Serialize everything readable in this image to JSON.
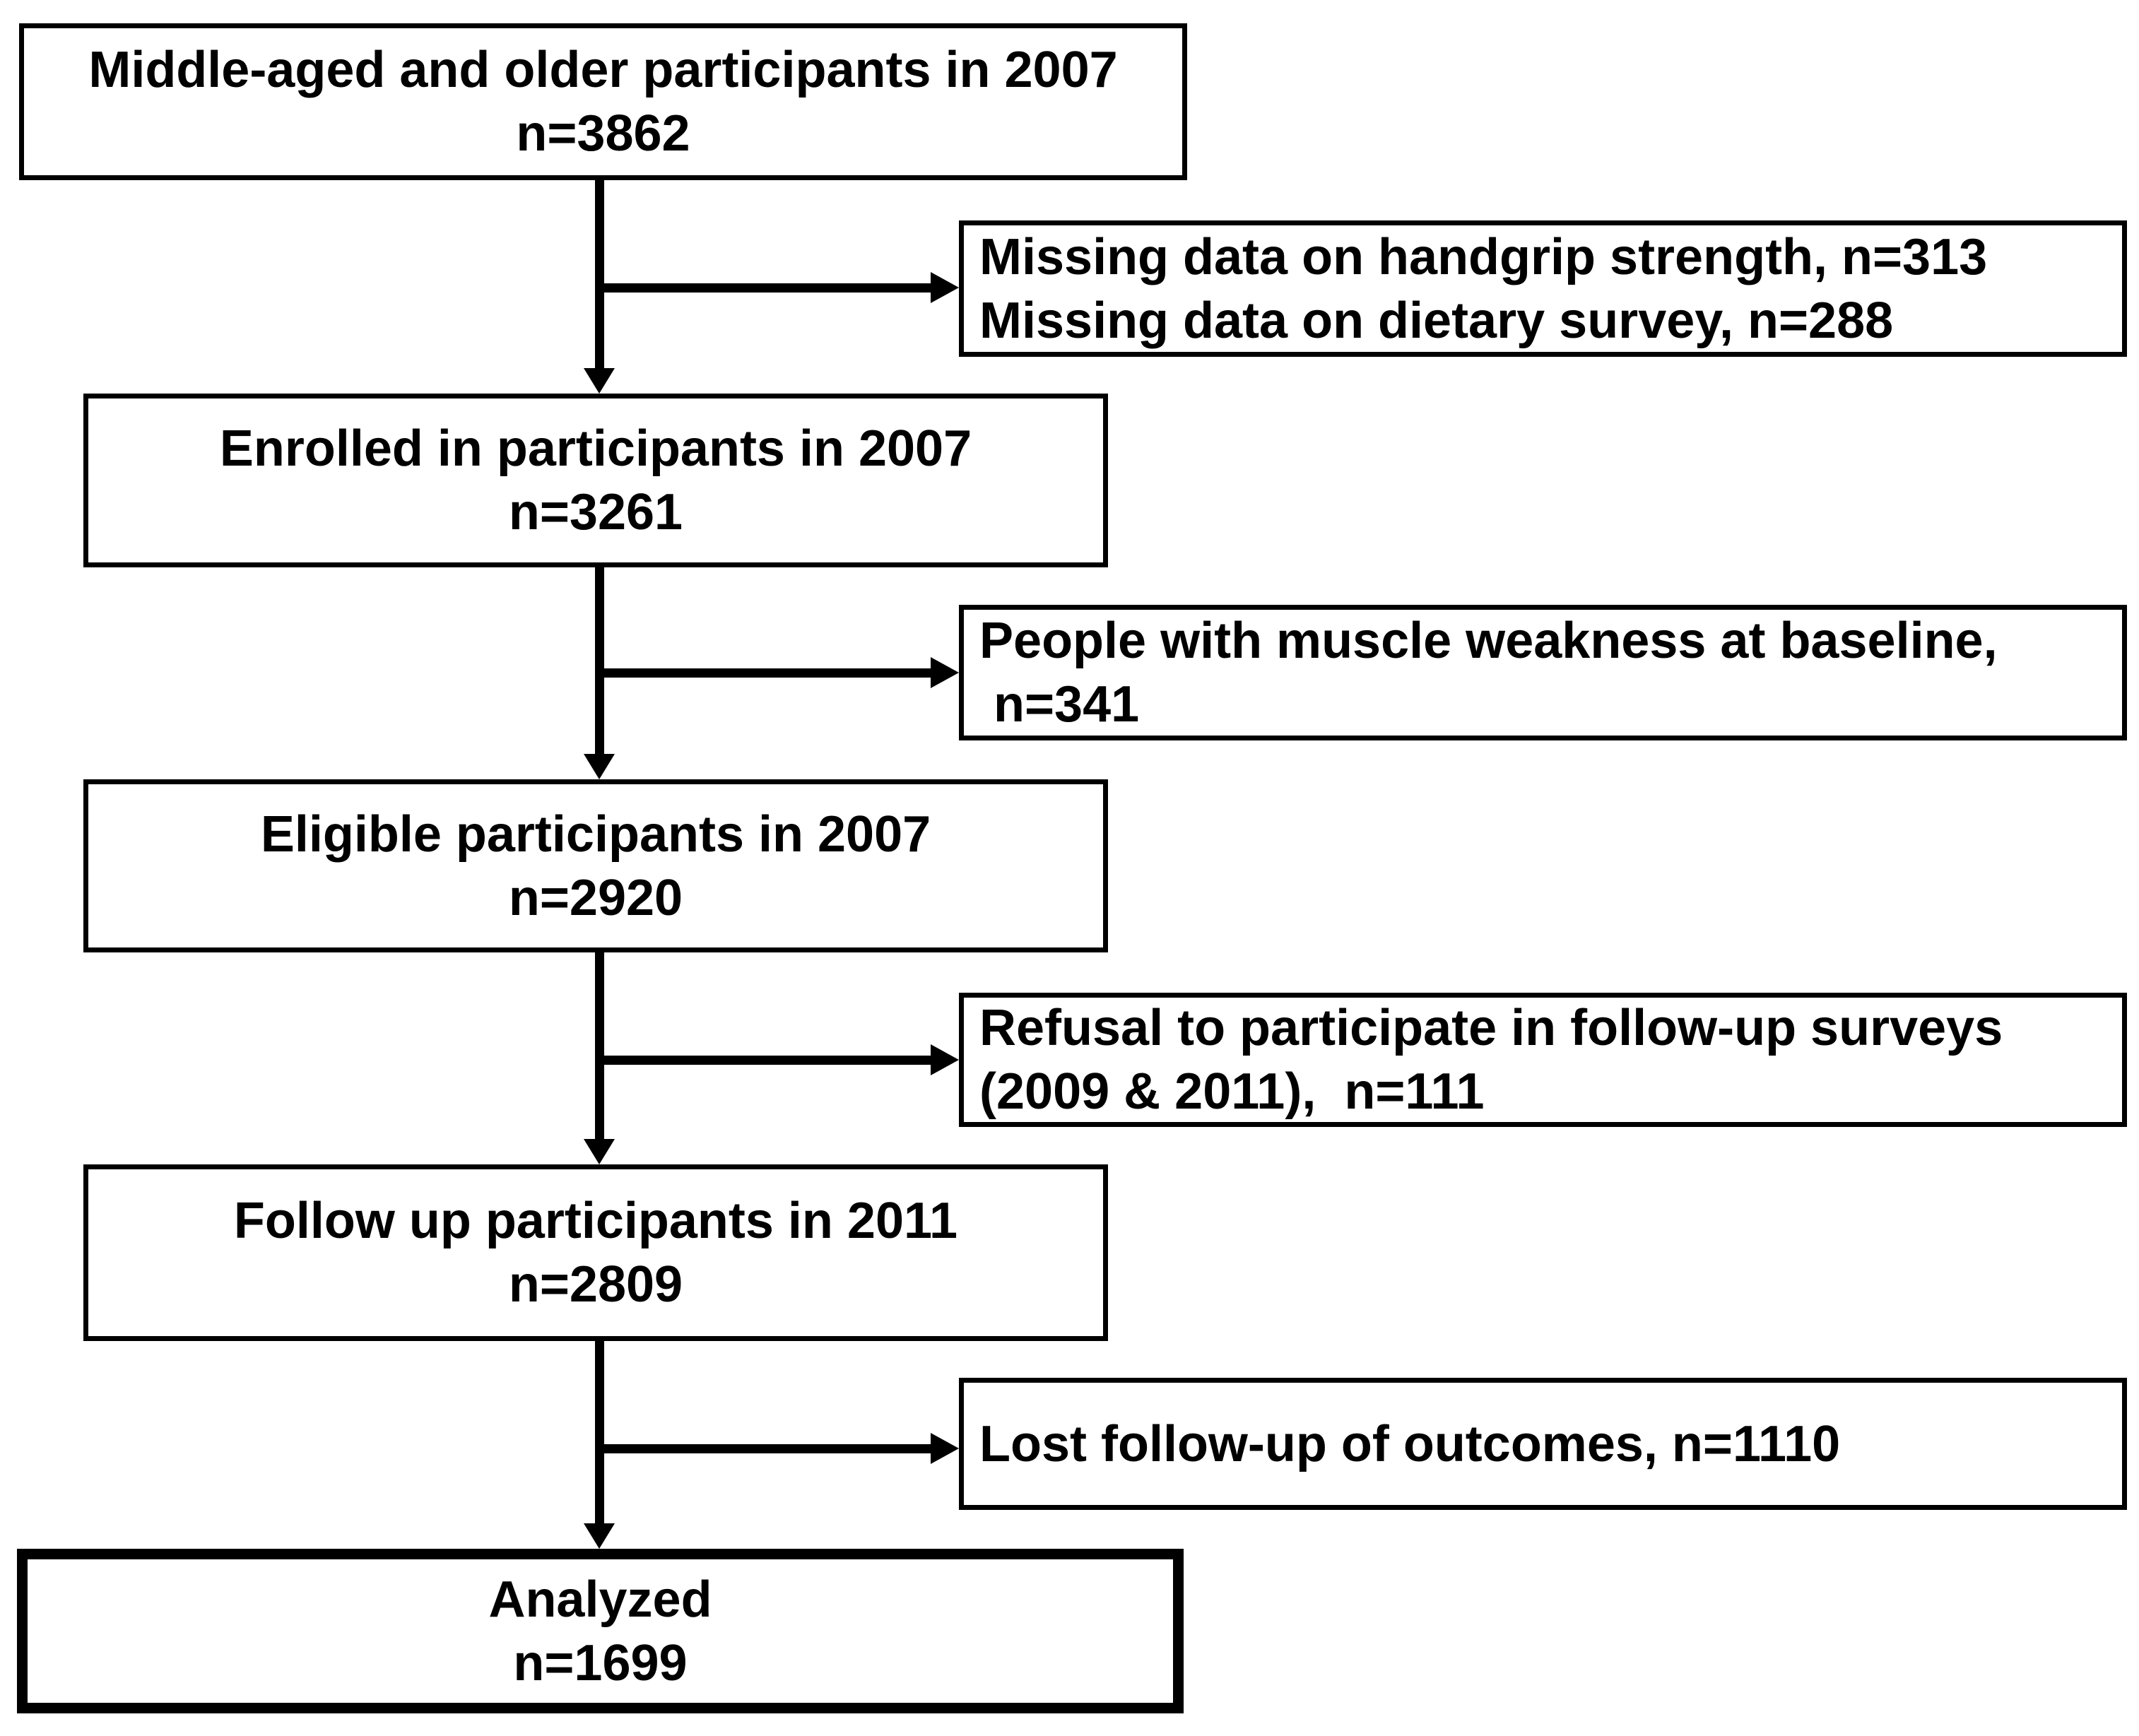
{
  "figure": {
    "background_color": "#ffffff",
    "line_color": "#000000",
    "main_boxes": [
      {
        "name": "middle-aged-participants-2007",
        "lines": [
          "Middle-aged and older participants in 2007",
          "n=3862"
        ]
      },
      {
        "name": "enrolled-2007",
        "lines": [
          "Enrolled in participants in 2007",
          "n=3261"
        ]
      },
      {
        "name": "eligible-2007",
        "lines": [
          "Eligible participants in 2007",
          "n=2920"
        ]
      },
      {
        "name": "follow-up-2011",
        "lines": [
          "Follow up participants in 2011",
          "n=2809"
        ]
      },
      {
        "name": "analyzed",
        "lines": [
          "Analyzed",
          "n=1699"
        ]
      }
    ],
    "exclusion_boxes": [
      {
        "name": "missing-data",
        "lines": [
          "Missing data on handgrip strength, n=313",
          "Missing data on dietary survey, n=288"
        ]
      },
      {
        "name": "muscle-weakness",
        "lines": [
          "People with muscle weakness at baseline,",
          " n=341"
        ]
      },
      {
        "name": "refusal-followup",
        "lines": [
          "Refusal to participate in follow-up surveys",
          "(2009 & 2011),  n=111"
        ]
      },
      {
        "name": "lost-followup",
        "lines": [
          "Lost follow-up of outcomes, n=1110"
        ]
      }
    ]
  }
}
